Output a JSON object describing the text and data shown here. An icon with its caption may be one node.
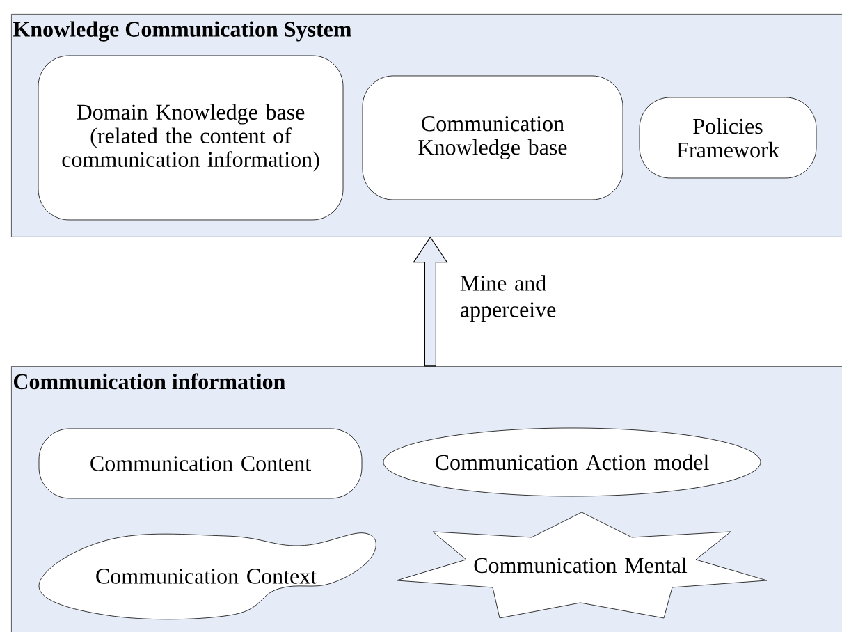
{
  "diagram": {
    "nodes": [
      {
        "text": [
          "Knowledge Communication System"
        ]
      },
      {
        "text": [
          "Domain Knowledge base (related the content of communication information)"
        ],
        "in": 0
      },
      {
        "text": [
          "Communication Knowledge base"
        ],
        "in": 0
      },
      {
        "text": [
          "Policies Framework"
        ],
        "in": 0
      },
      {
        "text": [
          "Communication information"
        ]
      },
      {
        "text": [
          "Communication Content"
        ],
        "in": 4
      },
      {
        "text": [
          "Communication Action model"
        ],
        "in": 4
      },
      {
        "text": [
          "Communication Context"
        ],
        "in": 4
      },
      {
        "text": [
          "Communication Mental"
        ],
        "in": 4
      }
    ],
    "edges": [
      {
        "from": 4,
        "to": 0,
        "arrow": "to",
        "label": "Mine and apperceive"
      }
    ]
  }
}
